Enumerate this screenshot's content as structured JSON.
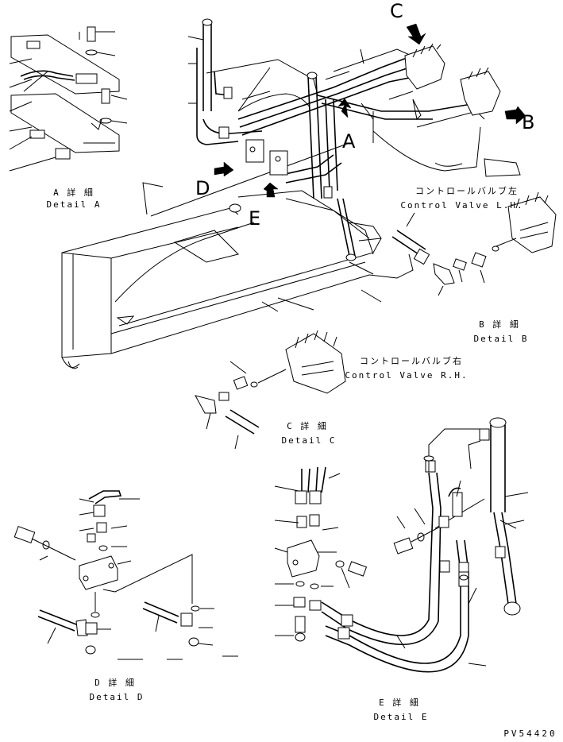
{
  "callouts": {
    "a": "A",
    "b": "B",
    "c": "C",
    "d": "D",
    "e": "E"
  },
  "details": {
    "a": {
      "ja": "A 詳 細",
      "en": "Detail A"
    },
    "b": {
      "ja": "B 詳 細",
      "en": "Detail B"
    },
    "c": {
      "ja": "C 詳 細",
      "en": "Detail C"
    },
    "d": {
      "ja": "D 詳 細",
      "en": "Detail D"
    },
    "e": {
      "ja": "E 詳 細",
      "en": "Detail E"
    }
  },
  "valves": {
    "lh": {
      "ja": "コントロールバルブ左",
      "en": "Control Valve L.H."
    },
    "rh": {
      "ja": "コントロールバルブ右",
      "en": "Control Valve R.H."
    }
  },
  "drawing_number": "PV54420"
}
